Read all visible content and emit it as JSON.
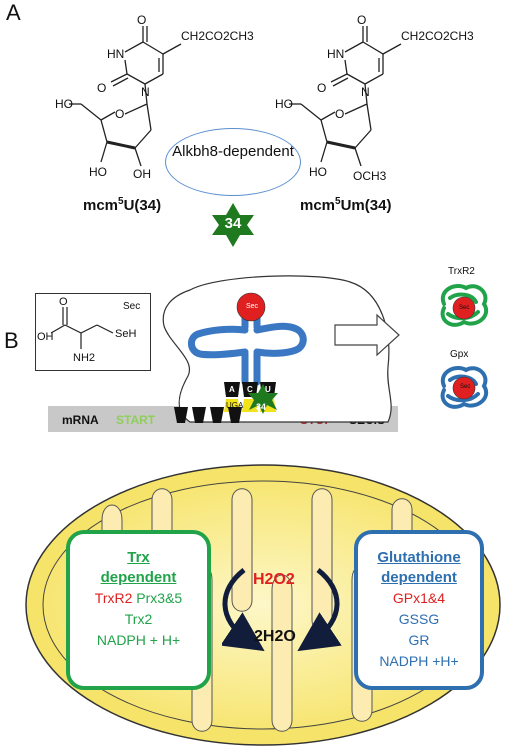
{
  "panel_a": {
    "letter": "A",
    "mcm5u": {
      "substituent": "CH2CO2CH3",
      "atom_hn": "HN",
      "atom_n": "N",
      "atom_o_top": "O",
      "atom_o_left": "O",
      "atom_ring_o": "O",
      "ho_5": "HO",
      "ho_3": "HO",
      "oh_2": "OH",
      "label_base": "mcm",
      "label_sup": "5",
      "label_rest": "U(34)"
    },
    "mcm5um": {
      "substituent": "CH2CO2CH3",
      "atom_hn": "HN",
      "atom_n": "N",
      "atom_o_top": "O",
      "atom_o_left": "O",
      "atom_ring_o": "O",
      "ho_5": "HO",
      "ho_3": "HO",
      "och3_2": "OCH3",
      "label_base": "mcm",
      "label_sup": "5",
      "label_rest": "Um(34)"
    },
    "enzyme": "Alkbh8-dependent",
    "star_label": "34"
  },
  "panel_b": {
    "letter": "B",
    "sec_box": {
      "title": "Sec",
      "atom_o": "O",
      "atom_oh": "OH",
      "atom_seh": "SeH",
      "atom_nh2": "NH2"
    },
    "trna_sec_label": "Sec",
    "anticodon": [
      "A",
      "C",
      "U"
    ],
    "codon": [
      "U",
      "G",
      "A"
    ],
    "codon_text": "UGA",
    "star_label": "34",
    "mrna": {
      "mrna": "mRNA",
      "start": "START",
      "stop": "STOP",
      "secis": "SECIS"
    },
    "proteins": [
      {
        "name": "TrxR2",
        "center": "Sec"
      },
      {
        "name": "Gpx",
        "center": "Sec"
      }
    ]
  },
  "mitochondrion": {
    "h2o2": "H2O2",
    "water": "2H2O",
    "trx_box": {
      "title_1": "Trx",
      "title_2": "dependent",
      "line_1_a": "TrxR2",
      "line_1_b": "Prx3&5",
      "line_2": "Trx2",
      "line_3": "NADPH + H+"
    },
    "gsh_box": {
      "title_1": "Glutathione",
      "title_2": "dependent",
      "line_1": "GPx1&4",
      "line_2": "GSSG",
      "line_3": "GR",
      "line_4": "NADPH +H+"
    }
  },
  "colors": {
    "star_green": "#1f7a1f",
    "trx_green": "#21a34a",
    "red": "#e02020",
    "gsh_blue": "#2e6fb0",
    "mito_fill": "#faf09a",
    "trna_blue": "#3b78c4",
    "mrna_grey": "#c8c8c8",
    "codon_yellow": "#f2e21a"
  }
}
